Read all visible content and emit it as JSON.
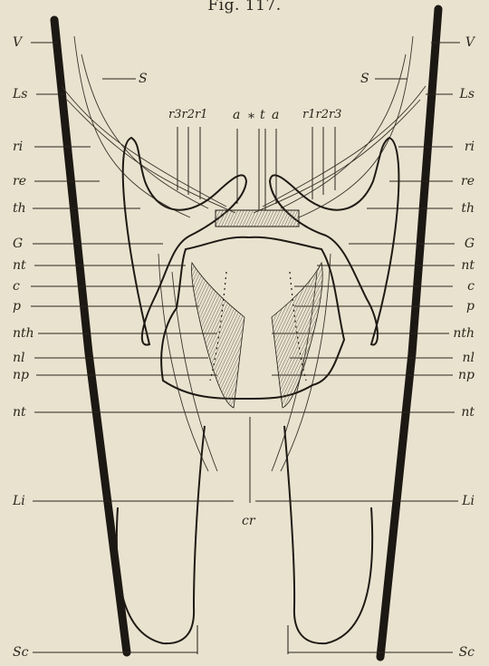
{
  "figure_title": "Fig. 117.",
  "left_labels": [
    "V",
    "Ls",
    "ri",
    "re",
    "th",
    "G",
    "nt",
    "c",
    "p",
    "nth",
    "nl",
    "np",
    "nt",
    "Li",
    "Sc"
  ],
  "right_labels": [
    "V",
    "Ls",
    "ri",
    "re",
    "th",
    "G",
    "nt",
    "c",
    "p",
    "nth",
    "nl",
    "np",
    "nt",
    "Li",
    "Sc"
  ],
  "top_labels": {
    "s_left": "S",
    "s_right": "S",
    "r_left": "r3r2r1",
    "r_right": "r1r2r3",
    "a_left": "a",
    "star": "*",
    "t": "t",
    "a_right": "a"
  },
  "bottom_label": "cr"
}
